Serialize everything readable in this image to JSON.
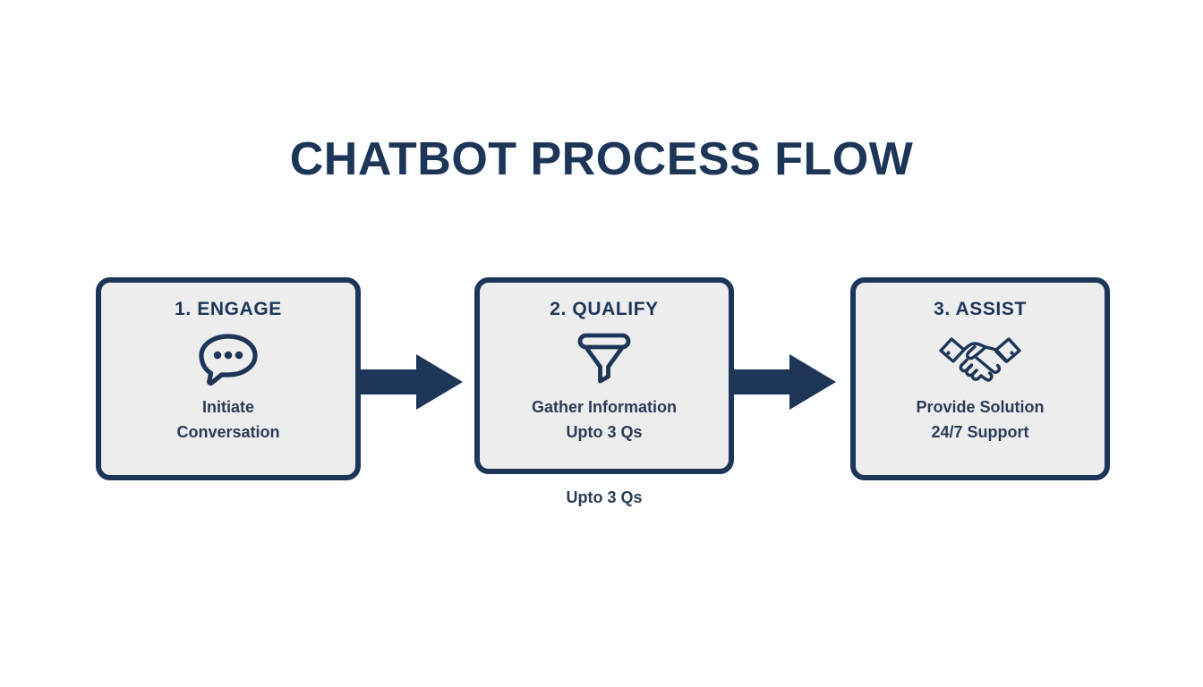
{
  "page": {
    "title": "CHATBOT PROCESS FLOW",
    "background_color": "#fdfeff",
    "accent_color": "#1d3557",
    "box_fill_color": "#ededed",
    "text_color": "#2b3a55"
  },
  "steps": [
    {
      "heading": "1. ENGAGE",
      "icon": "speech-bubble-icon",
      "line1": "Initiate",
      "line2": "Conversation"
    },
    {
      "heading": "2. QUALIFY",
      "icon": "funnel-icon",
      "line1": "Gather Information",
      "line2": "Upto 3 Qs"
    },
    {
      "heading": "3. ASSIST",
      "icon": "handshake-icon",
      "line1": "Provide Solution",
      "line2": "24/7 Support"
    }
  ],
  "arrows": [
    {
      "name": "arrow-step1-to-step2",
      "direction": "right"
    },
    {
      "name": "arrow-step2-to-step3",
      "direction": "right"
    }
  ],
  "caption": {
    "text": "Upto 3 Qs"
  }
}
